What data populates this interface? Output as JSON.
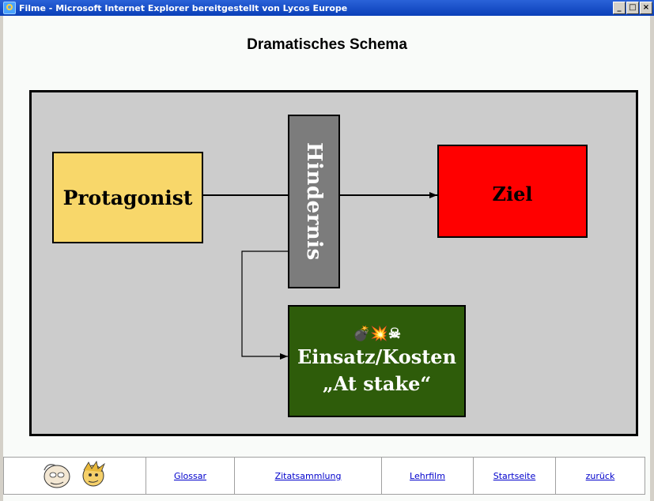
{
  "window": {
    "title": "Filme - Microsoft Internet Explorer bereitgestellt von Lycos Europe",
    "icon": "ie-icon",
    "buttons": [
      "minimize-icon",
      "maximize-icon",
      "close-icon"
    ]
  },
  "page": {
    "title": "Dramatisches Schema"
  },
  "diagram": {
    "nodes": {
      "protagonist": "Protagonist",
      "hindernis": "Hindernis",
      "ziel": "Ziel",
      "einsatz_icons": "💣💥☠",
      "einsatz_line1": "Einsatz/Kosten",
      "einsatz_line2": "„At stake“"
    },
    "colors": {
      "protagonist": "#f8d76a",
      "hindernis": "#7c7c7c",
      "ziel": "#ff0000",
      "einsatz": "#2e5c0a",
      "background": "#cccccc"
    },
    "edges": [
      {
        "from": "Protagonist",
        "to": "Ziel",
        "via": "Hindernis"
      },
      {
        "from": "Hindernis",
        "to": "Einsatz/Kosten"
      }
    ]
  },
  "footer": {
    "links": [
      "Glossar",
      "Zitatsammlung",
      "Lehrfilm",
      "Startseite",
      "zurück"
    ]
  }
}
